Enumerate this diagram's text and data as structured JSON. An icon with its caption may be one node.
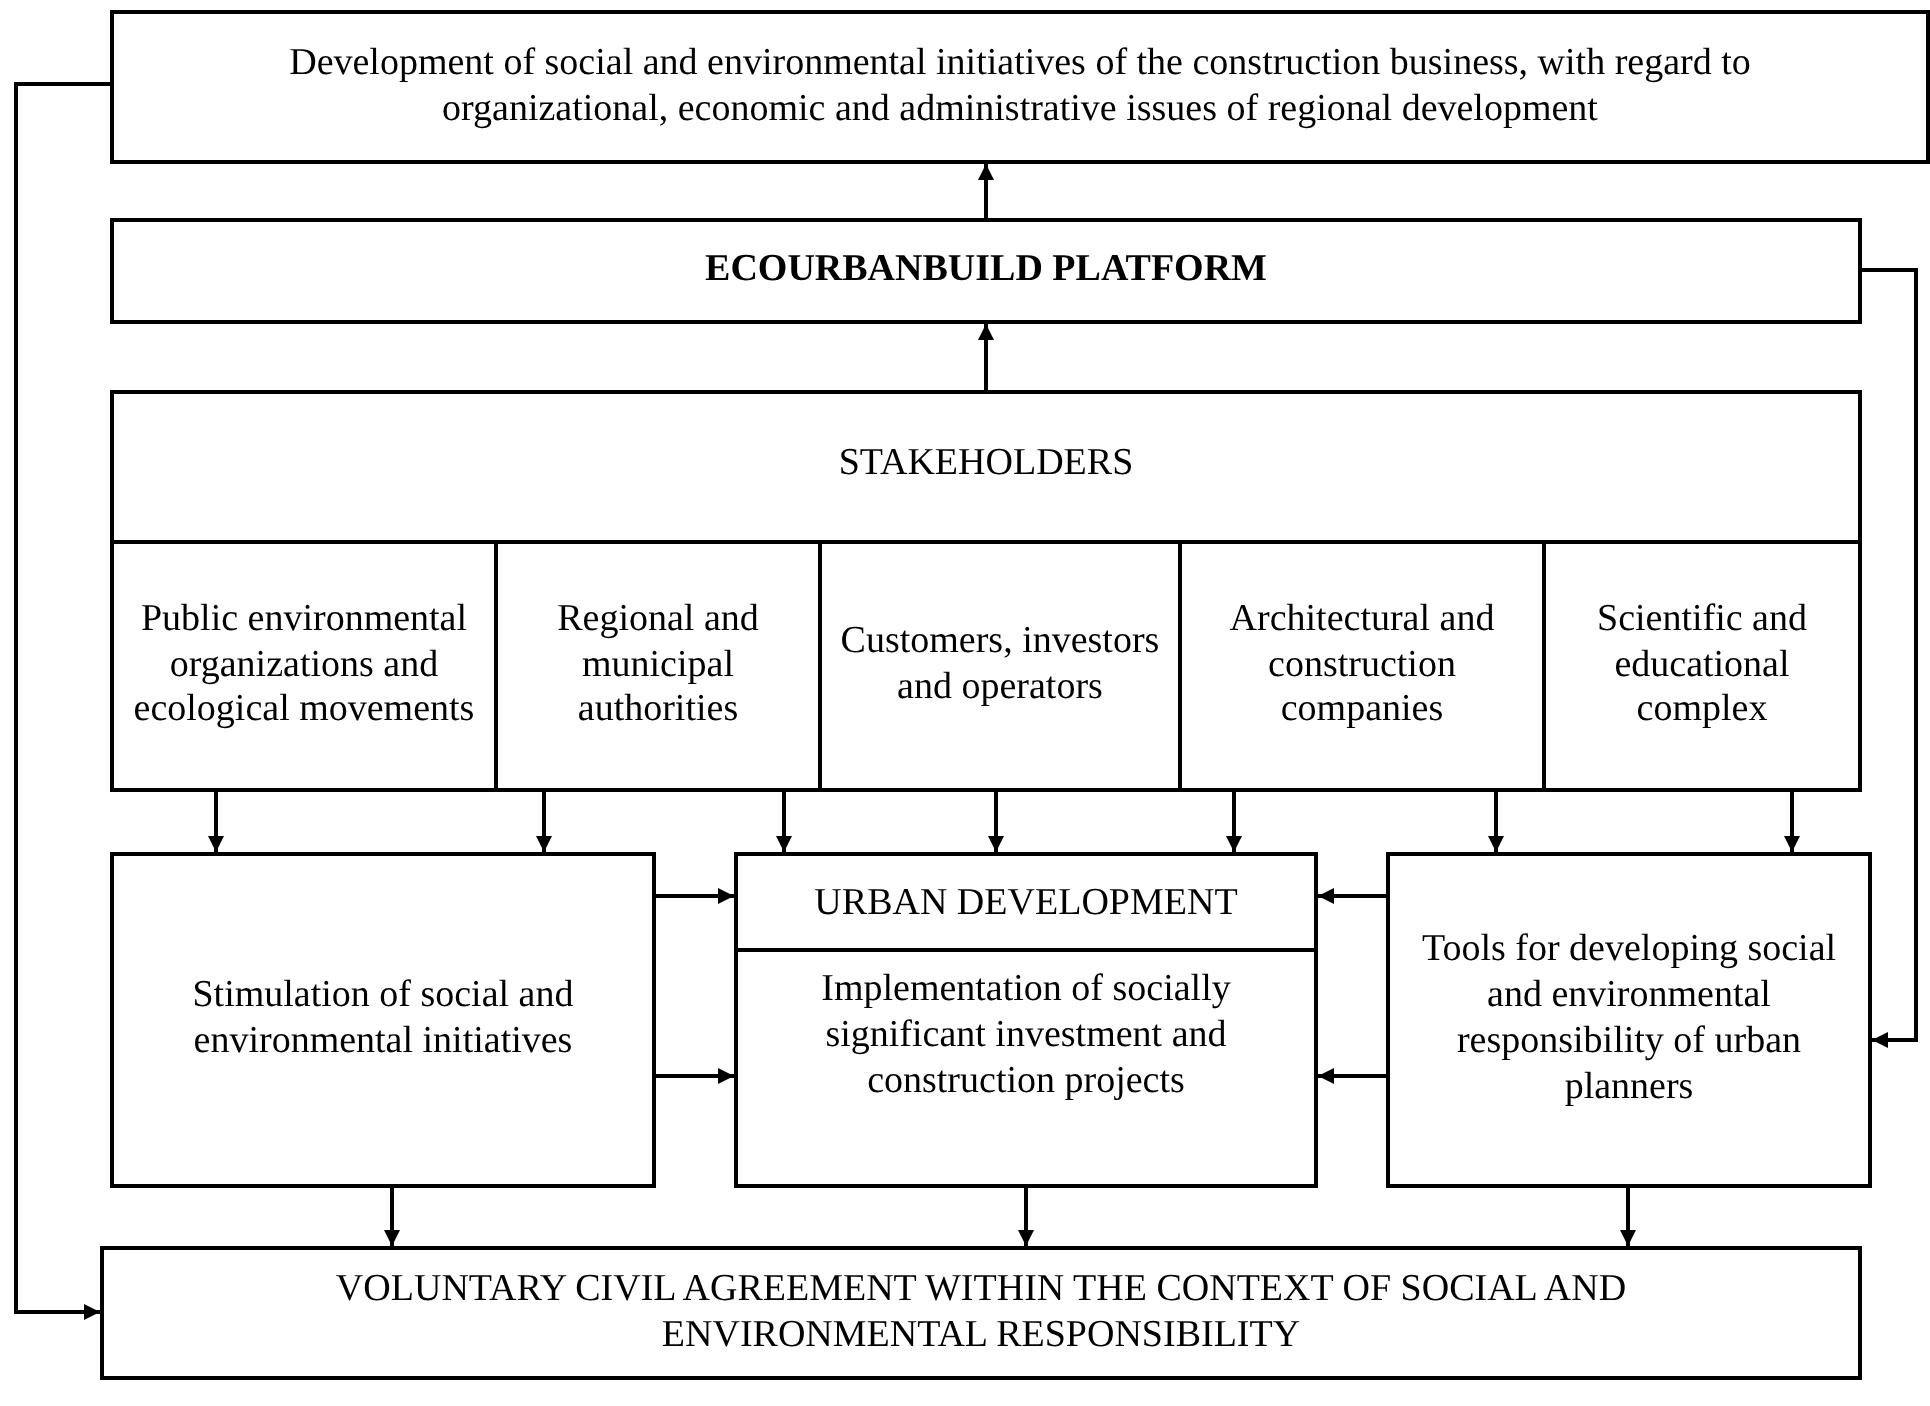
{
  "diagram": {
    "nodes": [
      {
        "text": [
          "Development of social and environmental initiatives of the construction business, with regard to organizational, economic and administrative issues of regional development"
        ]
      },
      {
        "text": [
          "ECOURBANBUILD PLATFORM"
        ]
      },
      {
        "text": [
          "STAKEHOLDERS"
        ]
      },
      {
        "text": [
          "Public environmental organizations and ecological movements"
        ],
        "in": 2
      },
      {
        "text": [
          "Regional and municipal authorities"
        ],
        "in": 2
      },
      {
        "text": [
          "Customers, investors and operators"
        ],
        "in": 2
      },
      {
        "text": [
          "Architectural and construction companies"
        ],
        "in": 2
      },
      {
        "text": [
          "Scientific and educational complex"
        ],
        "in": 2
      },
      {
        "text": [
          "Stimulation of social and environmental initiatives"
        ]
      },
      {
        "text": [
          "URBAN DEVELOPMENT",
          "Implementation of socially significant investment and construction projects"
        ]
      },
      {
        "text": [
          "Tools for developing social and environmental responsibility of urban planners"
        ]
      },
      {
        "text": [
          "VOLUNTARY CIVIL AGREEMENT WITHIN THE CONTEXT OF SOCIAL AND ENVIRONMENTAL RESPONSIBILITY"
        ]
      }
    ],
    "edges": [
      {
        "from": 1,
        "to": 0,
        "arrow": "to"
      },
      {
        "from": 2,
        "to": 1,
        "arrow": "to"
      },
      {
        "from": 3,
        "to": 8,
        "arrow": "to"
      },
      {
        "from": 4,
        "to": 8,
        "arrow": "to"
      },
      {
        "from": 4,
        "to": 9,
        "arrow": "to"
      },
      {
        "from": 5,
        "to": 9,
        "arrow": "to"
      },
      {
        "from": 6,
        "to": 9,
        "arrow": "to"
      },
      {
        "from": 6,
        "to": 10,
        "arrow": "to"
      },
      {
        "from": 7,
        "to": 10,
        "arrow": "to"
      },
      {
        "from": 8,
        "to": 9,
        "arrow": "to"
      },
      {
        "from": 8,
        "to": 9,
        "arrow": "to"
      },
      {
        "from": 10,
        "to": 9,
        "arrow": "to"
      },
      {
        "from": 10,
        "to": 9,
        "arrow": "to"
      },
      {
        "from": 8,
        "to": 11,
        "arrow": "to"
      },
      {
        "from": 9,
        "to": 11,
        "arrow": "to"
      },
      {
        "from": 10,
        "to": 11,
        "arrow": "to"
      },
      {
        "from": 1,
        "to": 10,
        "arrow": "to"
      },
      {
        "from": 0,
        "to": 11,
        "arrow": "to"
      }
    ]
  }
}
